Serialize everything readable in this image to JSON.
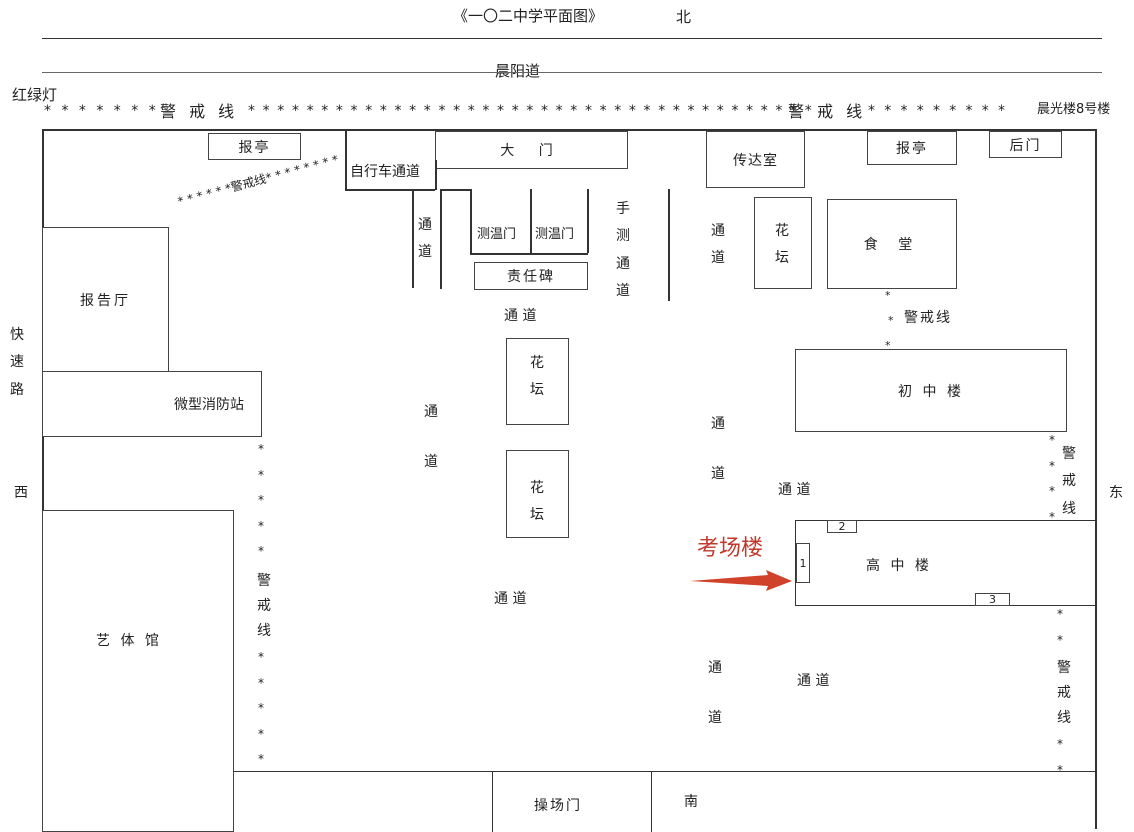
{
  "title": "《一〇二中学平面图》",
  "north": "北",
  "south": "南",
  "east": "东",
  "west": "西",
  "top_road": "晨阳道",
  "traffic_light": "红绿灯",
  "top_building": "晨光楼8号楼",
  "left_road": "快速路",
  "warning_line": "警 戒 线",
  "warning_line_plain": "警戒线",
  "warning_stars_left": "* * * * * * *",
  "warning_stars_mid": "* * * * * * * * * * * * * * * * * * * * * * * * * * * * * * * * * * * * * * *",
  "warning_stars_right": "* * * * * * * * *",
  "diag_stars_a": "* * * * * *",
  "diag_stars_b": "* * * * * * * *",
  "buildings": {
    "kiosk_left": "报亭",
    "main_gate": "大  门",
    "gatehouse": "传达室",
    "kiosk_right": "报亭",
    "back_gate": "后门",
    "bike_lane": "自行车通道",
    "temp_gate_1": "测温门",
    "temp_gate_2": "测温门",
    "responsibility_stele": "责任碑",
    "hand_temp_lane": "手测通道",
    "flower_bed": "花坛",
    "canteen": "食 堂",
    "lecture_hall": "报告厅",
    "fire_station": "微型消防站",
    "junior_building": "初 中 楼",
    "senior_building": "高 中 楼",
    "art_gym": "艺 体 馆",
    "playground_gate": "操场门"
  },
  "passage": "通道",
  "passage_spaced": "通 道",
  "exam_building_label": "考场楼",
  "entrances": [
    "1",
    "2",
    "3"
  ],
  "colors": {
    "arrow": "#d0432a",
    "exam_label": "#c0392b"
  }
}
